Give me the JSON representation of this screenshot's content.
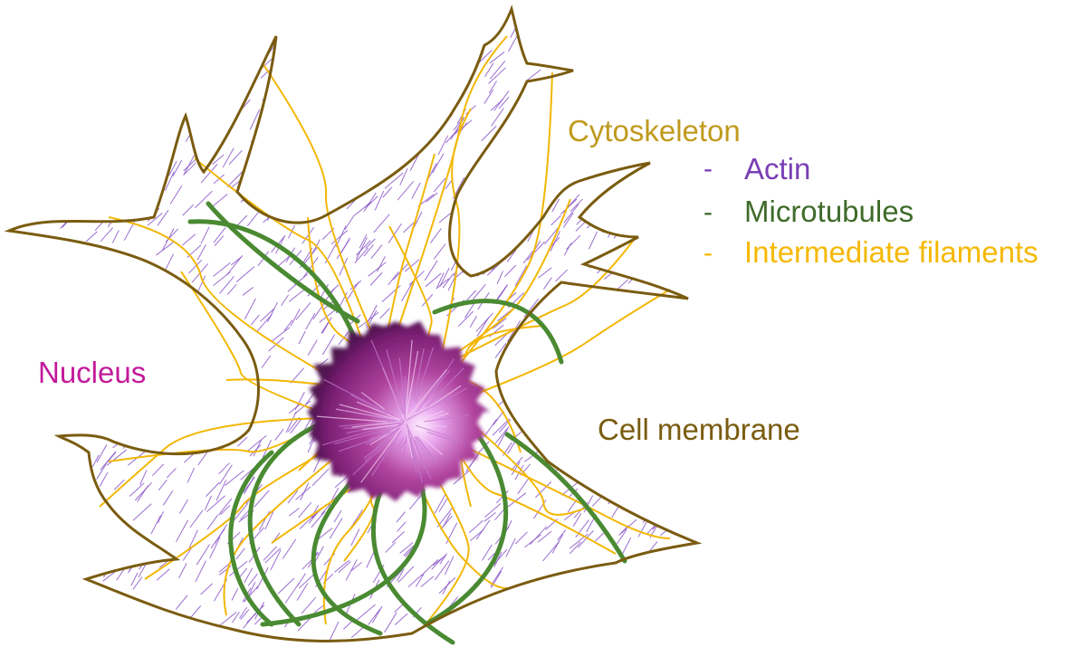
{
  "labels": {
    "cytoskeleton": "Cytoskeleton",
    "actin": "Actin",
    "microtubules": "Microtubules",
    "intermediate_filaments": "Intermediate filaments",
    "nucleus": "Nucleus",
    "cell_membrane": "Cell membrane",
    "bullet": "-"
  },
  "colors": {
    "cytoskeleton": "#c09a1e",
    "actin": "#7a3fb5",
    "microtubules": "#3f6b2a",
    "intermediate_filaments": "#f5b800",
    "nucleus": "#c21a9a",
    "cell_membrane": "#7a5c10",
    "membrane_stroke": "#7a5c10",
    "actin_stroke": "#8a55c8",
    "microtubule_stroke": "#4a8a32",
    "filament_stroke": "#f2b705"
  }
}
